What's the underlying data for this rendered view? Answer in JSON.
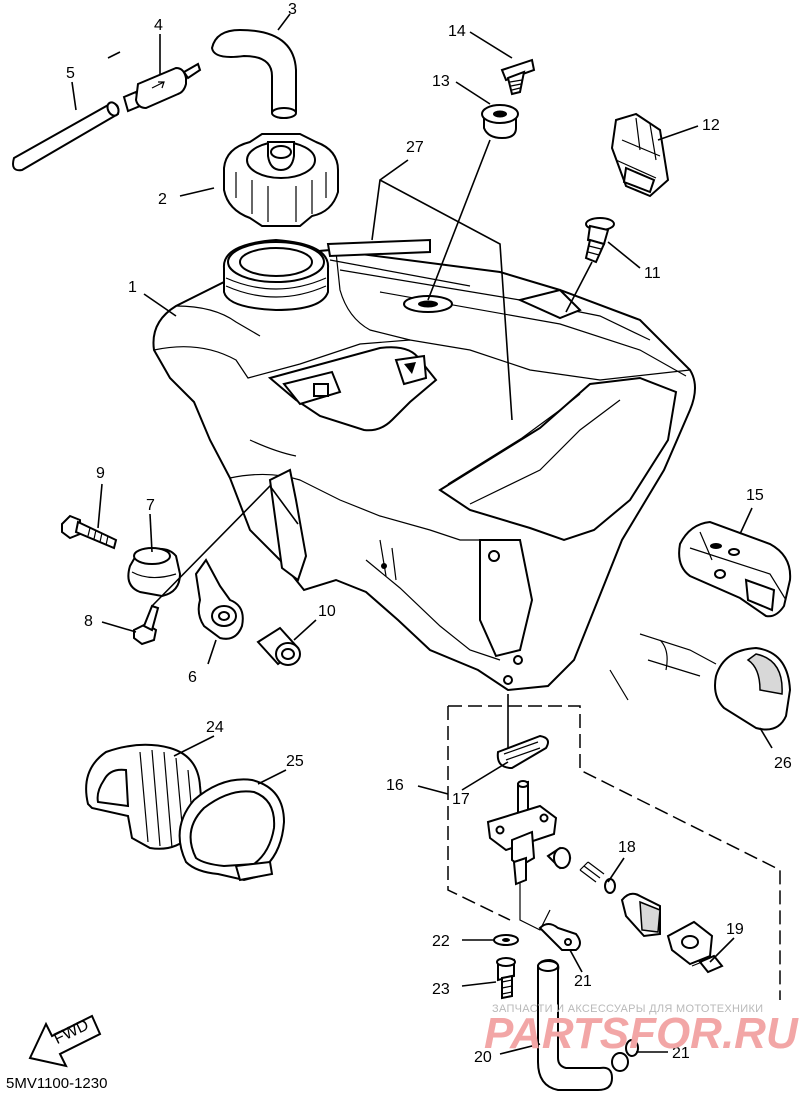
{
  "diagram": {
    "part_code": "5MV1100-1230",
    "fwd_label": "FWD",
    "callouts": [
      "1",
      "2",
      "3",
      "4",
      "5",
      "6",
      "7",
      "8",
      "9",
      "10",
      "11",
      "12",
      "13",
      "14",
      "15",
      "16",
      "17",
      "18",
      "19",
      "20",
      "21",
      "21",
      "22",
      "23",
      "24",
      "25",
      "26",
      "27"
    ]
  },
  "watermark": {
    "tagline": "ЗАПЧАСТИ И АКСЕССУАРЫ ДЛЯ МОТОТЕХНИКИ",
    "brand": "PARTSFOR.RU"
  }
}
